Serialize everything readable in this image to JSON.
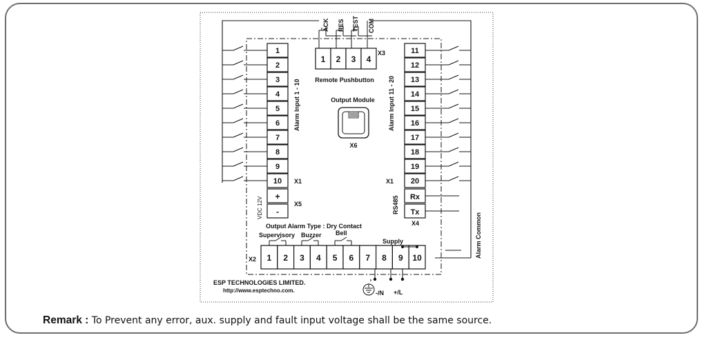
{
  "company_name": "ESP TECHNOLOGIES LIMITED.",
  "website": "http://www.esptechno.com.",
  "alarm_input_left_label": "Alarm Input 1 - 10",
  "alarm_input_right_label": "Alarm Input 11 - 20",
  "left_terminals": [
    "1",
    "2",
    "3",
    "4",
    "5",
    "6",
    "7",
    "8",
    "9",
    "10"
  ],
  "right_terminals": [
    "11",
    "12",
    "13",
    "14",
    "15",
    "16",
    "17",
    "18",
    "19",
    "20"
  ],
  "x1_label": "X1",
  "x3_label": "X3",
  "x4_label": "X4",
  "x5_label": "X5",
  "x6_label": "X6",
  "x2_label": "X2",
  "remote_pushbutton_label": "Remote Pushbutton",
  "pushbutton_terminals": [
    "1",
    "2",
    "3",
    "4"
  ],
  "pushbutton_labels": [
    "ACK",
    "RES",
    "TEST",
    "COM"
  ],
  "output_module_label": "Output Module",
  "vdc_label": "VDC 12V",
  "vdc_terminals": [
    "+",
    "-"
  ],
  "rs485_label": "RS485",
  "rs485_terminals": [
    "Rx",
    "Tx"
  ],
  "output_alarm_type": "Output Alarm Type : Dry Contact",
  "output_groups": [
    "Supervisory",
    "Buzzer",
    "Bell",
    "Supply"
  ],
  "bottom_terminals": [
    "1",
    "2",
    "3",
    "4",
    "5",
    "6",
    "7",
    "8",
    "9",
    "10"
  ],
  "supply_labels": [
    "-/N",
    "+/L"
  ],
  "alarm_common_label": "Alarm Common",
  "remark_title": "Remark :",
  "remark_text": "To Prevent any error, aux. supply and fault input voltage shall be the same source."
}
